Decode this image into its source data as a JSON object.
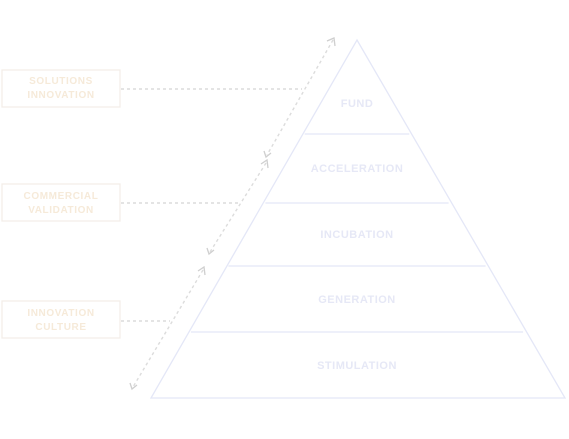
{
  "pyramid": {
    "levels": [
      {
        "label": "FUND"
      },
      {
        "label": "ACCELERATION"
      },
      {
        "label": "INCUBATION"
      },
      {
        "label": "GENERATION"
      },
      {
        "label": "STIMULATION"
      }
    ]
  },
  "side_labels": [
    {
      "line1": "SOLUTIONS",
      "line2": "INNOVATION"
    },
    {
      "line1": "COMMERCIAL",
      "line2": "VALIDATION"
    },
    {
      "line1": "INNOVATION",
      "line2": "CULTURE"
    }
  ],
  "colors": {
    "pyramid_line": "#e4e7f7",
    "pyramid_text": "#e6e8f6",
    "box_border": "#f3eee9",
    "box_text": "#f6ead9",
    "connector": "#dcdcdc",
    "arrow": "#cfcfcf"
  }
}
